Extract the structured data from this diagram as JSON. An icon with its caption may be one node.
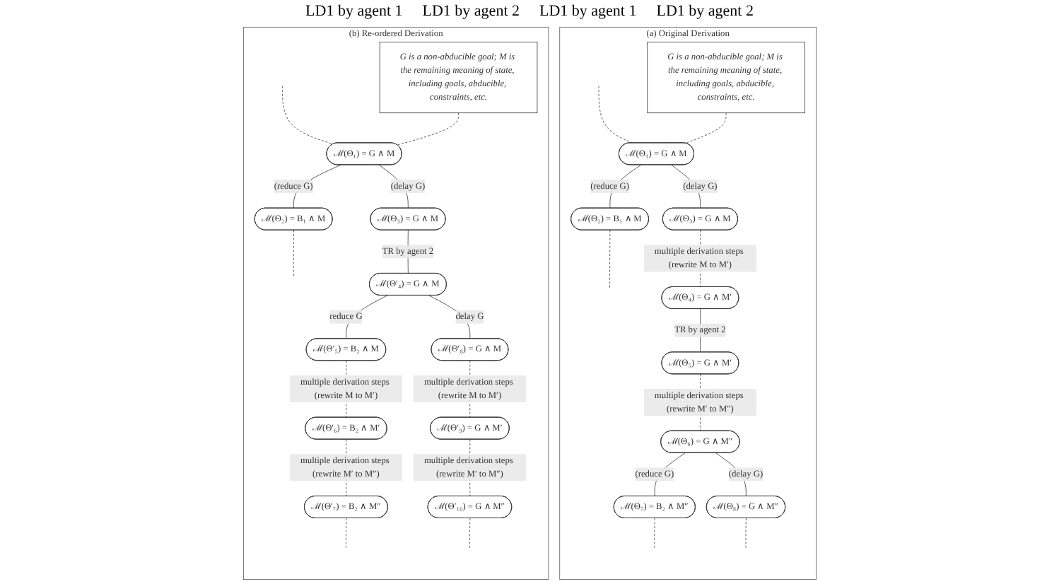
{
  "diagram": {
    "nodes": [
      {
        "text": [
          "(a) Original Derivation"
        ]
      },
      {
        "text": [
          "G is a non-abducible goal; M is the remaining meaning of state, including goals, abducible, constraints, etc."
        ],
        "in": 0
      },
      {
        "text": [
          "ℳ(Θ₁) = G ∧ M"
        ],
        "in": 0
      },
      {
        "text": [
          "ℳ(Θ₂) = B₁ ∧ M"
        ],
        "in": 0
      },
      {
        "text": [
          "ℳ(Θ₃) = G ∧ M"
        ],
        "in": 0
      },
      {
        "text": [
          "ℳ(Θ₄) = G ∧ M′"
        ],
        "in": 0
      },
      {
        "text": [
          "ℳ(Θ₅) = G ∧ M′"
        ],
        "in": 0
      },
      {
        "text": [
          "ℳ(Θ₆) = G ∧ M″"
        ],
        "in": 0
      },
      {
        "text": [
          "ℳ(Θ₇) = B₂ ∧ M″"
        ],
        "in": 0
      },
      {
        "text": [
          "ℳ(Θ₈) = G ∧ M″"
        ],
        "in": 0
      },
      {
        "text": [
          "(b) Re-ordered Derivation"
        ]
      },
      {
        "text": [
          "G is a non-abducible goal; M is the remaining meaning of state, including goals, abducible, constraints, etc."
        ],
        "in": 10
      },
      {
        "text": [
          "ℳ(Θ₁) = G ∧ M"
        ],
        "in": 10
      },
      {
        "text": [
          "ℳ(Θ₂) = B₁ ∧ M"
        ],
        "in": 10
      },
      {
        "text": [
          "ℳ(Θ₃) = G ∧ M"
        ],
        "in": 10
      },
      {
        "text": [
          "ℳ(Θ′₄) = G ∧ M"
        ],
        "in": 10
      },
      {
        "text": [
          "ℳ(Θ′₅) = B₂ ∧ M"
        ],
        "in": 10
      },
      {
        "text": [
          "ℳ(Θ′₈) = G ∧ M"
        ],
        "in": 10
      },
      {
        "text": [
          "ℳ(Θ′₆) = B₂ ∧ M′"
        ],
        "in": 10
      },
      {
        "text": [
          "ℳ(Θ′₉) = G ∧ M′"
        ],
        "in": 10
      },
      {
        "text": [
          "ℳ(Θ′₇) = B₂ ∧ M″"
        ],
        "in": 10
      },
      {
        "text": [
          "ℳ(Θ′₁₀) = G ∧ M″"
        ],
        "in": 10
      }
    ],
    "edges": [
      {
        "from": null,
        "to": 2,
        "arrow": "none",
        "style": "dashed"
      },
      {
        "from": 1,
        "to": 2,
        "arrow": "none",
        "style": "dashed"
      },
      {
        "from": 2,
        "to": 3,
        "arrow": "none",
        "label": "(reduce G)"
      },
      {
        "from": 2,
        "to": 4,
        "arrow": "none",
        "label": "(delay G)"
      },
      {
        "from": 3,
        "to": null,
        "arrow": "none",
        "style": "dashed"
      },
      {
        "from": 4,
        "to": 5,
        "arrow": "none",
        "style": "dashed",
        "label": "multiple derivation steps (rewrite M to M′)"
      },
      {
        "from": 5,
        "to": 6,
        "arrow": "none",
        "label": "TR by agent 2"
      },
      {
        "from": 6,
        "to": 7,
        "arrow": "none",
        "style": "dashed",
        "label": "multiple derivation steps (rewrite M′ to M″)"
      },
      {
        "from": 7,
        "to": 8,
        "arrow": "none",
        "label": "(reduce G)"
      },
      {
        "from": 7,
        "to": 9,
        "arrow": "none",
        "label": "(delay G)"
      },
      {
        "from": 8,
        "to": null,
        "arrow": "none",
        "style": "dashed"
      },
      {
        "from": 9,
        "to": null,
        "arrow": "none",
        "style": "dashed"
      },
      {
        "from": null,
        "to": 12,
        "arrow": "none",
        "style": "dashed"
      },
      {
        "from": 11,
        "to": 12,
        "arrow": "none",
        "style": "dashed"
      },
      {
        "from": 12,
        "to": 13,
        "arrow": "none",
        "label": "(reduce G)"
      },
      {
        "from": 12,
        "to": 14,
        "arrow": "none",
        "label": "(delay G)"
      },
      {
        "from": 13,
        "to": null,
        "arrow": "none",
        "style": "dashed"
      },
      {
        "from": 14,
        "to": 15,
        "arrow": "none",
        "label": "TR by agent 2"
      },
      {
        "from": 15,
        "to": 16,
        "arrow": "none",
        "label": "reduce G"
      },
      {
        "from": 15,
        "to": 17,
        "arrow": "none",
        "label": "delay G"
      },
      {
        "from": 16,
        "to": 18,
        "arrow": "none",
        "style": "dashed",
        "label": "multiple derivation steps (rewrite M to M′)"
      },
      {
        "from": 17,
        "to": 19,
        "arrow": "none",
        "style": "dashed",
        "label": "multiple derivation steps (rewrite M to M′)"
      },
      {
        "from": 18,
        "to": 20,
        "arrow": "none",
        "style": "dashed",
        "label": "multiple derivation steps (rewrite M′ to M″)"
      },
      {
        "from": 19,
        "to": 21,
        "arrow": "none",
        "style": "dashed",
        "label": "multiple derivation steps (rewrite M′ to M″)"
      },
      {
        "from": 20,
        "to": null,
        "arrow": "none",
        "style": "dashed"
      },
      {
        "from": 21,
        "to": null,
        "arrow": "none",
        "style": "dashed"
      }
    ],
    "labels": [
      "LD1 by agent 1",
      "LD1 by agent 2",
      "LD1 by agent 1",
      "LD1 by agent 2"
    ]
  }
}
